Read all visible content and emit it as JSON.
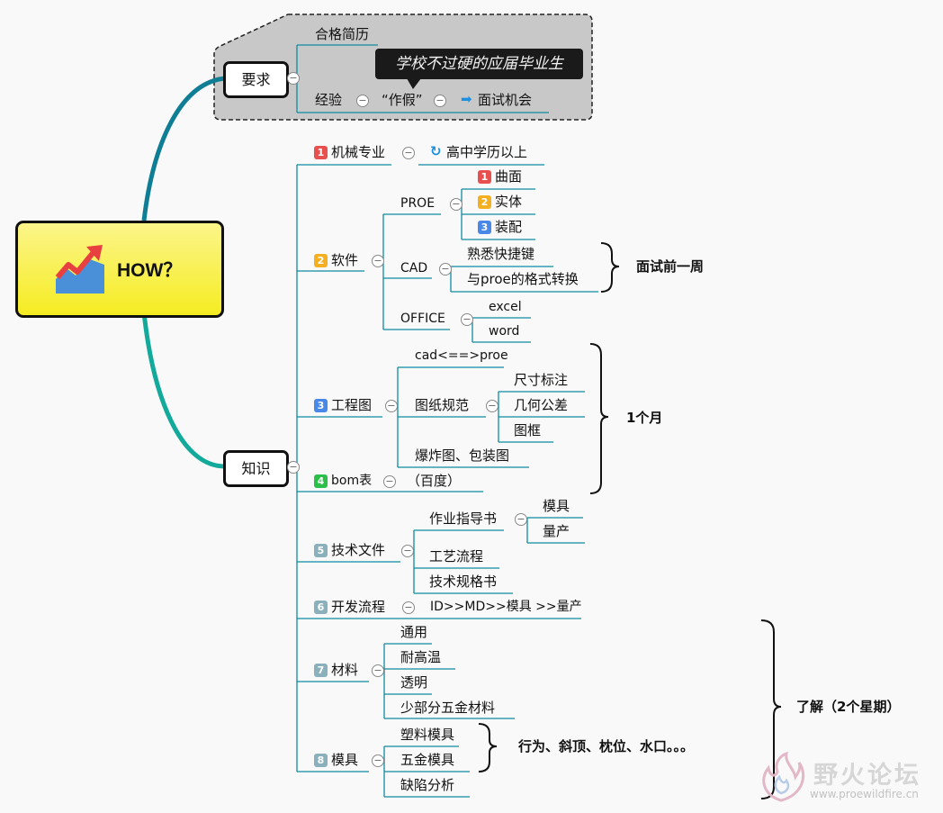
{
  "root": {
    "label": "HOW？",
    "icon": "trend-chart-icon"
  },
  "colors": {
    "branch_top": "#0f7e95",
    "branch_bottom": "#13aa9c",
    "root_fill": "#f6ec22",
    "callout_bg": "#1a1a1a",
    "badge1": "#e85050",
    "badge2": "#f4b020",
    "badge3": "#4a88e8",
    "badge4": "#2cbf4a",
    "badge_grey": "#8ab0bc"
  },
  "requirements": {
    "label": "要求",
    "qualified_resume": "合格简历",
    "experience": "经验",
    "fake": "“作假”",
    "interview_chance": "面试机会",
    "callout": "学校不过硬的应届毕业生"
  },
  "knowledge": {
    "label": "知识",
    "items": [
      {
        "num": "1",
        "label": "机械专业",
        "sub": "高中学历以上"
      },
      {
        "num": "2",
        "label": "软件",
        "proe": {
          "label": "PROE",
          "children": [
            {
              "num": "1",
              "label": "曲面"
            },
            {
              "num": "2",
              "label": "实体"
            },
            {
              "num": "3",
              "label": "装配"
            }
          ]
        },
        "cad": {
          "label": "CAD",
          "children": [
            "熟悉快捷键",
            "与proe的格式转换"
          ]
        },
        "office": {
          "label": "OFFICE",
          "children": [
            "excel",
            "word"
          ]
        }
      },
      {
        "num": "3",
        "label": "工程图",
        "children": {
          "cad_proe": "cad<==>proe",
          "drawing_std": "图纸规范",
          "std_children": [
            "尺寸标注",
            "几何公差",
            "图框"
          ],
          "explode": "爆炸图、包装图"
        }
      },
      {
        "num": "4",
        "label": "bom表",
        "sub": "（百度）"
      },
      {
        "num": "5",
        "label": "技术文件",
        "children": {
          "guide": "作业指导书",
          "guide_children": [
            "模具",
            "量产"
          ],
          "process": "工艺流程",
          "spec": "技术规格书"
        }
      },
      {
        "num": "6",
        "label": "开发流程",
        "sub": "ID>>MD>>模具 >>量产"
      },
      {
        "num": "7",
        "label": "材料",
        "children": [
          "通用",
          "耐高温",
          "透明",
          "少部分五金材料"
        ]
      },
      {
        "num": "8",
        "label": "模具",
        "children": [
          "塑料模具",
          "五金模具",
          "缺陷分析"
        ]
      }
    ]
  },
  "notes": {
    "week_before": "面试前一周",
    "one_month": "1个月",
    "understand": "了解（2个星期）",
    "mold_terms": "行为、斜顶、枕位、水口。。。"
  },
  "watermark": {
    "title": "野火论坛",
    "url": "www.proewildfire.cn"
  }
}
